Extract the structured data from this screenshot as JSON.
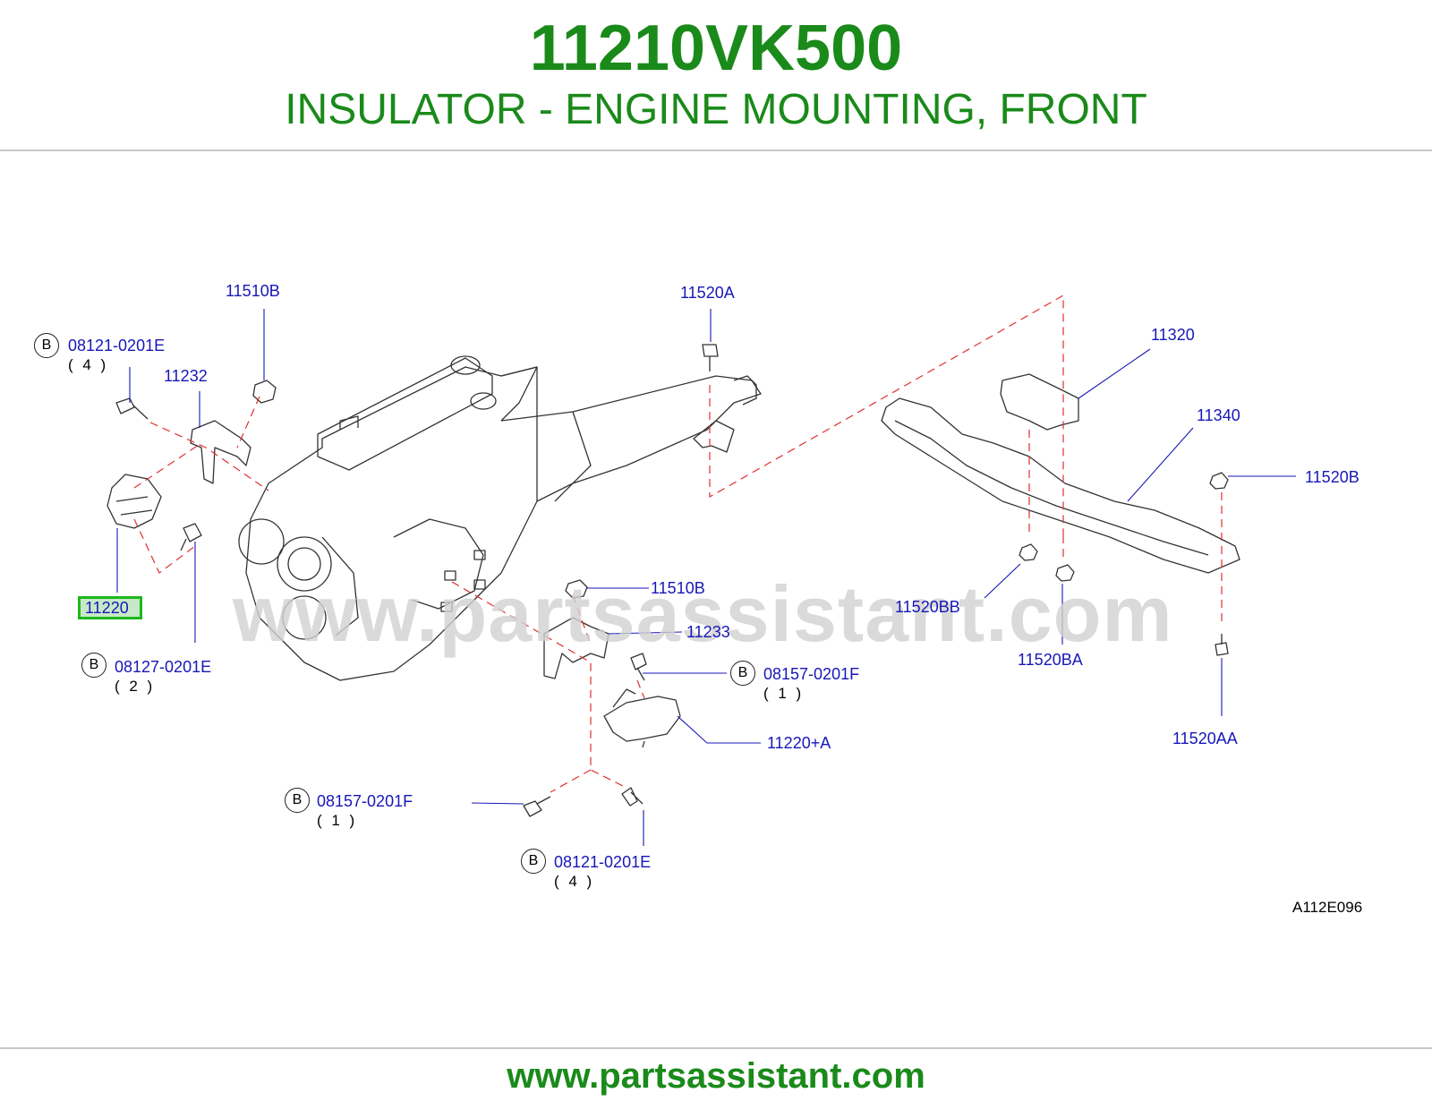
{
  "header": {
    "part_number": "11210VK500",
    "part_name": "INSULATOR - ENGINE MOUNTING, FRONT"
  },
  "diagram": {
    "watermark": "www.partsassistant.com",
    "code": "A112E096",
    "bolt_symbol": "B",
    "labels": {
      "p11510B_top": "11510B",
      "p11520A": "11520A",
      "p11320": "11320",
      "p11340": "11340",
      "p11520B": "11520B",
      "p11232": "11232",
      "p11220": "11220",
      "p11510B_mid": "11510B",
      "p11233": "11233",
      "p11220A": "11220+A",
      "p11520BB": "11520BB",
      "p11520BA": "11520BA",
      "p11520AA": "11520AA"
    },
    "bolts": {
      "b1": {
        "part": "08121-0201E",
        "qty": "( 4 )"
      },
      "b2": {
        "part": "08127-0201E",
        "qty": "( 2 )"
      },
      "b3": {
        "part": "08157-0201F",
        "qty": "( 1 )"
      },
      "b4": {
        "part": "08157-0201F",
        "qty": "( 1 )"
      },
      "b5": {
        "part": "08121-0201E",
        "qty": "( 4 )"
      }
    }
  },
  "footer": {
    "url": "www.partsassistant.com"
  },
  "colors": {
    "brand_green": "#1a8a1a",
    "label_blue": "#1717b8",
    "highlight_green": "#1db81d",
    "dash_red": "#e03030"
  }
}
